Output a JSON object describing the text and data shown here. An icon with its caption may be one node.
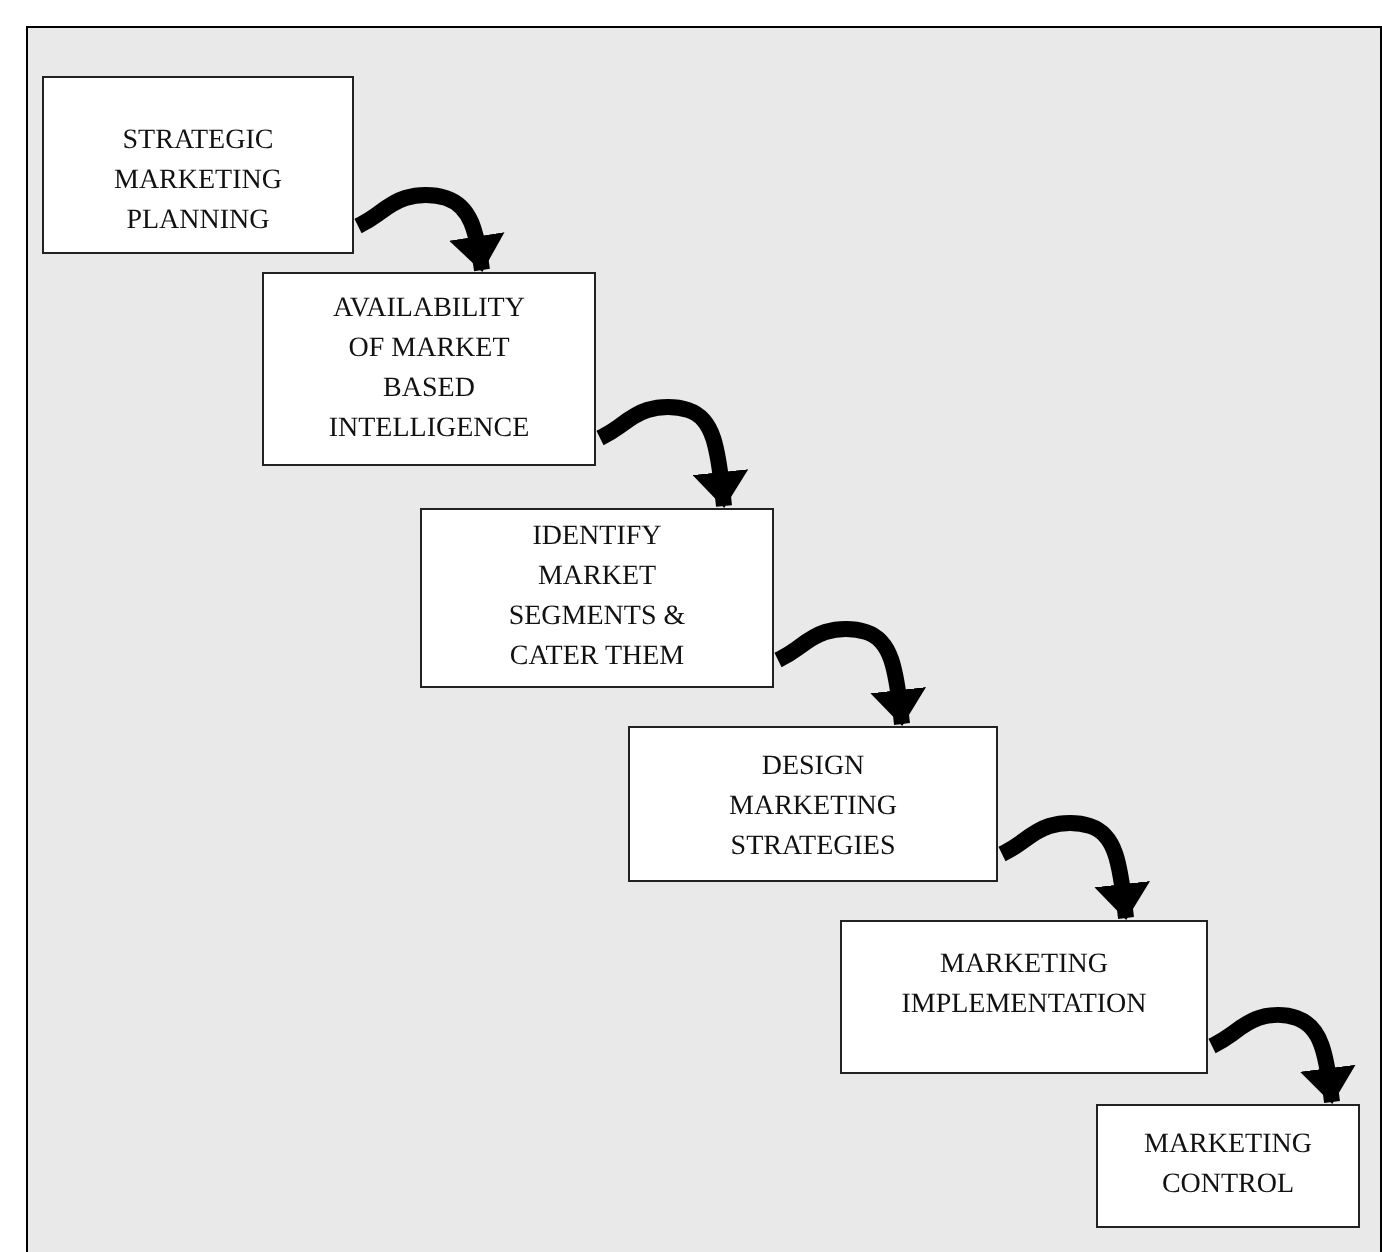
{
  "diagram": {
    "nodes": [
      {
        "text": [
          "STRATEGIC MARKETING PLANNING"
        ]
      },
      {
        "text": [
          "AVAILABILITY OF MARKET BASED INTELLIGENCE"
        ]
      },
      {
        "text": [
          "IDENTIFY MARKET SEGMENTS & CATER THEM"
        ]
      },
      {
        "text": [
          "DESIGN MARKETING STRATEGIES"
        ]
      },
      {
        "text": [
          "MARKETING IMPLEMENTATION"
        ]
      },
      {
        "text": [
          "MARKETING CONTROL"
        ]
      }
    ],
    "edges": [
      {
        "from": 0,
        "to": 1,
        "arrow": "to"
      },
      {
        "from": 1,
        "to": 2,
        "arrow": "to"
      },
      {
        "from": 2,
        "to": 3,
        "arrow": "to"
      },
      {
        "from": 3,
        "to": 4,
        "arrow": "to"
      },
      {
        "from": 4,
        "to": 5,
        "arrow": "to"
      }
    ]
  }
}
